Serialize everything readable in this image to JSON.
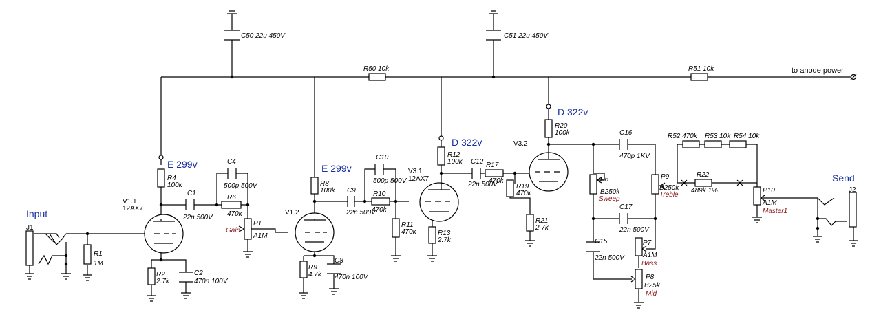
{
  "ports": {
    "input": "Input",
    "send": "Send",
    "anode_power": "to anode power"
  },
  "jacks": {
    "j1": "J1",
    "j2": "J2"
  },
  "tubes": {
    "v11": "V1.1",
    "v11_type": "12AX7",
    "v12": "V1.2",
    "v31": "V3.1",
    "v31_type": "12AX7",
    "v32": "V3.2"
  },
  "voltages": {
    "e1": "E 299v",
    "e2": "E 299v",
    "d1": "D 322v",
    "d2": "D 322v"
  },
  "resistors": {
    "r1": "R1",
    "r1v": "1M",
    "r2": "R2",
    "r2v": "2.7k",
    "r4": "R4",
    "r4v": "100k",
    "r6": "R6",
    "r6v": "470k",
    "r8": "R8",
    "r8v": "100k",
    "r9": "R9",
    "r9v": "4.7k",
    "r10": "R10",
    "r10v": "470k",
    "r11": "R11",
    "r11v": "470k",
    "r12": "R12",
    "r12v": "100k",
    "r13": "R13",
    "r13v": "2.7k",
    "r17": "R17",
    "r17v": "470k",
    "r19": "R19",
    "r19v": "470k",
    "r20": "R20",
    "r20v": "100k",
    "r21": "R21",
    "r21v": "2.7k",
    "r22": "R22",
    "r22v": "489k 1%",
    "r50": "R50 10k",
    "r51": "R51 10k",
    "r52": "R52 470k",
    "r53": "R53 10k",
    "r54": "R54 10k"
  },
  "capacitors": {
    "c1": "C1",
    "c1v": "22n 500V",
    "c2": "C2",
    "c2v": "470n 100V",
    "c4": "C4",
    "c4v": "500p 500V",
    "c8": "C8",
    "c8v": "470n 100V",
    "c9": "C9",
    "c9v": "22n 500V",
    "c10": "C10",
    "c10v": "500p 500V",
    "c12": "C12",
    "c12v": "22n 500V",
    "c15": "C15",
    "c15v": "22n 500V",
    "c16": "C16",
    "c16v": "470p 1KV",
    "c17": "C17",
    "c17v": "22n 500V",
    "c50": "C50 22u 450V",
    "c51": "C51 22u 450V"
  },
  "pots": {
    "p1": "P1",
    "p1v": "A1M",
    "p1n": "Gain",
    "p6": "P6",
    "p6v": "B250k",
    "p6n": "Sweep",
    "p7": "P7",
    "p7v": "A1M",
    "p7n": "Bass",
    "p8": "P8",
    "p8v": "B25k",
    "p8n": "Mid",
    "p9": "P9",
    "p9v": "B250k",
    "p9n": "Treble",
    "p10": "P10",
    "p10v": "A1M",
    "p10n": "Master1"
  }
}
